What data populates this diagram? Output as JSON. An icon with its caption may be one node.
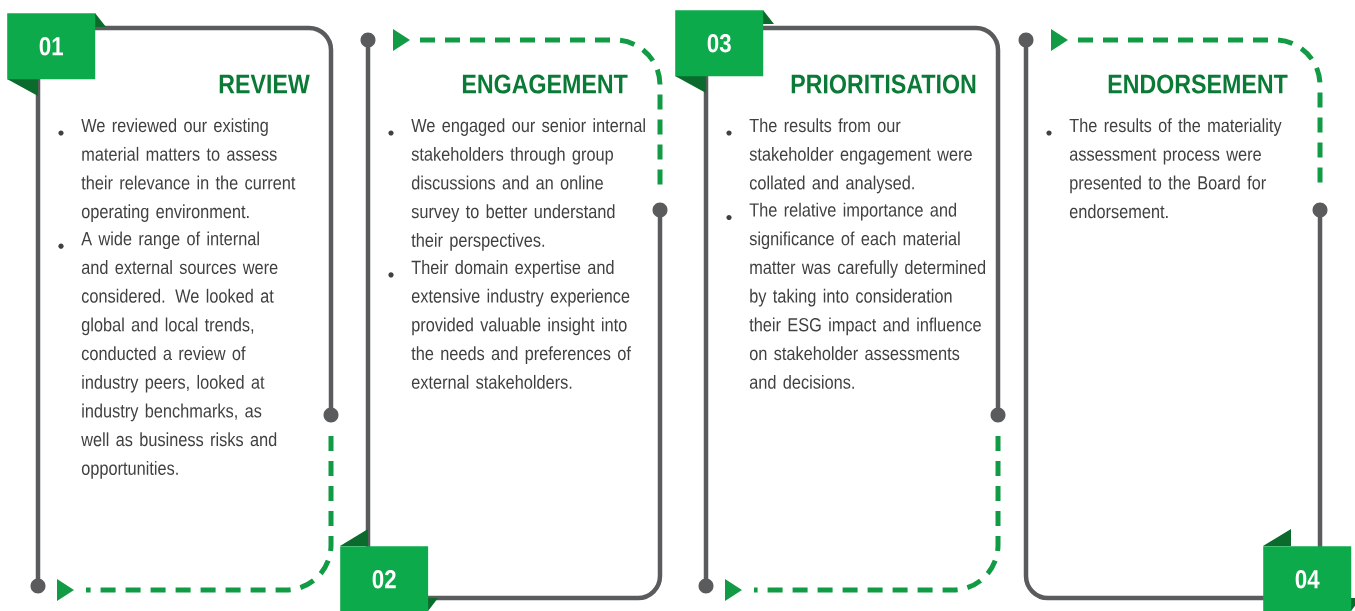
{
  "diagram": {
    "nodes": [
      {
        "text": [
          "01"
        ]
      },
      {
        "text": [
          "REVIEW",
          "We reviewed our existing material matters to assess their relevance in the current operating environment.",
          "A wide range of internal and external sources were considered. We looked at global and local trends, conducted a review of industry peers, looked at industry benchmarks, as well as business risks and opportunities."
        ]
      },
      {
        "text": [
          "ENGAGEMENT",
          "We engaged our senior internal stakeholders through group discussions and an online survey to better understand their perspectives.",
          "Their domain expertise and extensive industry experience provided valuable insight into the needs and preferences of external stakeholders."
        ]
      },
      {
        "text": [
          "02"
        ]
      },
      {
        "text": [
          "03"
        ]
      },
      {
        "text": [
          "PRIORITISATION",
          "The results from our stakeholder engagement were collated and analysed.",
          "The relative importance and significance of each material matter was carefully determined by taking into consideration their ESG impact and influence on stakeholder assessments and decisions."
        ]
      },
      {
        "text": [
          "ENDORSEMENT",
          "The results of the materiality assessment process were presented to the Board for endorsement."
        ]
      },
      {
        "text": [
          "04"
        ]
      }
    ]
  }
}
